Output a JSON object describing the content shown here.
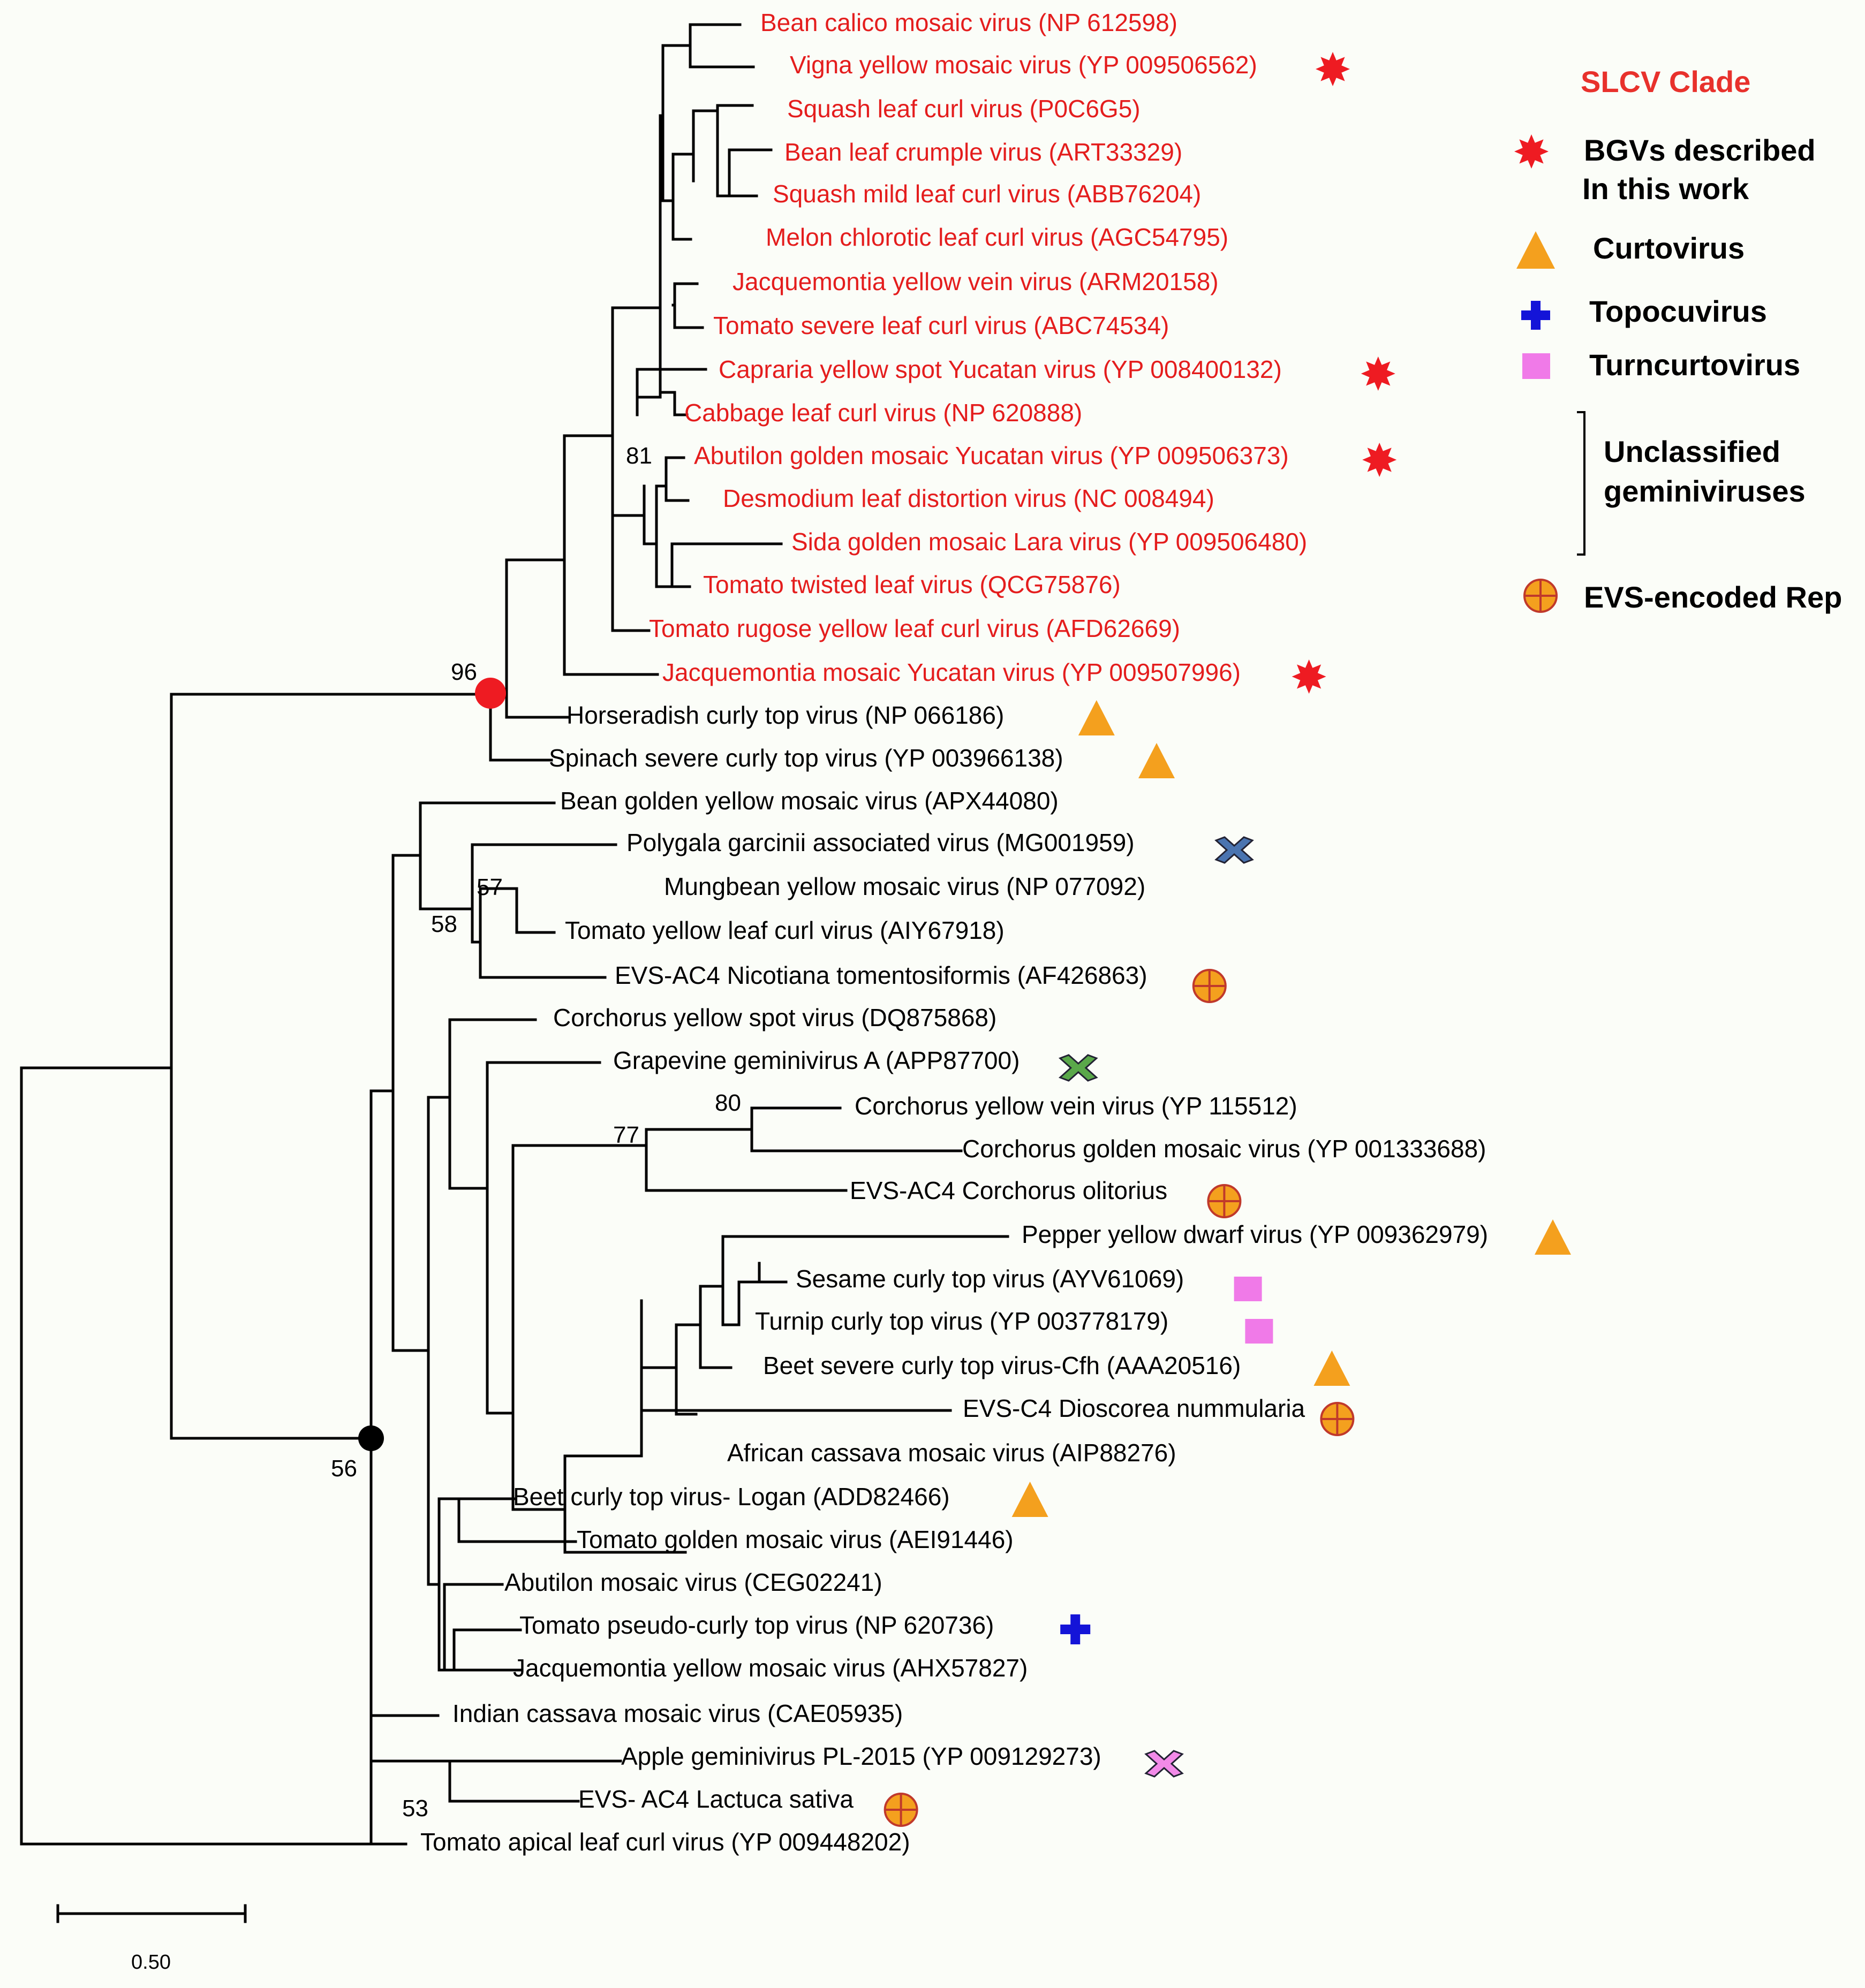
{
  "colors": {
    "slcv": "#e41d1d",
    "default": "#000000",
    "curtovirus": "#f4a01e",
    "topocuvirus": "#1414d8",
    "turncurtovirus": "#f07ae8",
    "unclassified_green": "#5aa84a",
    "unclassified_blue": "#4a74b0",
    "unclassified_pink": "#f28ae8",
    "evs": "#f4a01e",
    "bgv": "#ee1b22",
    "node_red": "#ee1b22",
    "node_black": "#000000"
  },
  "leaves": [
    {
      "label": "Bean calico mosaic virus (NP 612598)",
      "clade": "slcv",
      "marker": null
    },
    {
      "label": "Vigna yellow mosaic virus (YP 009506562)",
      "clade": "slcv",
      "marker": "star"
    },
    {
      "label": "Squash leaf curl virus (P0C6G5)",
      "clade": "slcv",
      "marker": null
    },
    {
      "label": "Bean leaf crumple virus (ART33329)",
      "clade": "slcv",
      "marker": null
    },
    {
      "label": "Squash mild leaf curl virus (ABB76204)",
      "clade": "slcv",
      "marker": null
    },
    {
      "label": "Melon chlorotic leaf curl virus (AGC54795)",
      "clade": "slcv",
      "marker": null
    },
    {
      "label": "Jacquemontia yellow vein virus (ARM20158)",
      "clade": "slcv",
      "marker": null
    },
    {
      "label": "Tomato severe leaf curl virus (ABC74534)",
      "clade": "slcv",
      "marker": null
    },
    {
      "label": "Capraria yellow spot Yucatan virus (YP 008400132)",
      "clade": "slcv",
      "marker": "star"
    },
    {
      "label": "Cabbage leaf curl virus (NP 620888)",
      "clade": "slcv",
      "marker": null
    },
    {
      "label": "Abutilon golden mosaic Yucatan virus (YP 009506373)",
      "clade": "slcv",
      "marker": "star"
    },
    {
      "label": "Desmodium leaf distortion virus (NC 008494)",
      "clade": "slcv",
      "marker": null
    },
    {
      "label": "Sida golden mosaic Lara virus (YP 009506480)",
      "clade": "slcv",
      "marker": null
    },
    {
      "label": "Tomato twisted leaf virus (QCG75876)",
      "clade": "slcv",
      "marker": null
    },
    {
      "label": "Tomato rugose yellow leaf curl virus (AFD62669)",
      "clade": "slcv",
      "marker": null
    },
    {
      "label": "Jacquemontia mosaic Yucatan virus (YP 009507996)",
      "clade": "slcv",
      "marker": "star"
    },
    {
      "label": "Horseradish curly top virus (NP 066186)",
      "clade": "other",
      "marker": "triangle"
    },
    {
      "label": "Spinach severe curly top virus (YP 003966138)",
      "clade": "other",
      "marker": "triangle"
    },
    {
      "label": "Bean golden yellow mosaic virus (APX44080)",
      "clade": "other",
      "marker": null
    },
    {
      "label": "Polygala garcinii associated virus (MG001959)",
      "clade": "other",
      "marker": "cross-blue"
    },
    {
      "label": "Mungbean yellow mosaic virus (NP 077092)",
      "clade": "other",
      "marker": null
    },
    {
      "label": "Tomato yellow leaf curl virus (AIY67918)",
      "clade": "other",
      "marker": null
    },
    {
      "label": "EVS-AC4 Nicotiana tomentosiformis (AF426863)",
      "clade": "other",
      "marker": "evs"
    },
    {
      "label": "Corchorus yellow spot virus (DQ875868)",
      "clade": "other",
      "marker": null
    },
    {
      "label": "Grapevine geminivirus A (APP87700)",
      "clade": "other",
      "marker": "cross-green"
    },
    {
      "label": "Corchorus yellow vein virus (YP 115512)",
      "clade": "other",
      "marker": null
    },
    {
      "label": "Corchorus golden mosaic virus (YP 001333688)",
      "clade": "other",
      "marker": null
    },
    {
      "label": "EVS-AC4 Corchorus olitorius",
      "clade": "other",
      "marker": "evs"
    },
    {
      "label": "Pepper yellow dwarf virus (YP 009362979)",
      "clade": "other",
      "marker": "triangle"
    },
    {
      "label": "Sesame curly top virus (AYV61069)",
      "clade": "other",
      "marker": "square"
    },
    {
      "label": "Turnip curly top virus (YP 003778179)",
      "clade": "other",
      "marker": "square"
    },
    {
      "label": "Beet severe curly top virus-Cfh (AAA20516)",
      "clade": "other",
      "marker": "triangle"
    },
    {
      "label": "EVS-C4 Dioscorea nummularia",
      "clade": "other",
      "marker": "evs"
    },
    {
      "label": "African cassava mosaic virus (AIP88276)",
      "clade": "other",
      "marker": null
    },
    {
      "label": "Beet curly top virus- Logan (ADD82466)",
      "clade": "other",
      "marker": "triangle"
    },
    {
      "label": "Tomato golden mosaic virus (AEI91446)",
      "clade": "other",
      "marker": null
    },
    {
      "label": "Abutilon mosaic virus (CEG02241)",
      "clade": "other",
      "marker": null
    },
    {
      "label": "Tomato pseudo-curly top virus (NP 620736)",
      "clade": "other",
      "marker": "plus"
    },
    {
      "label": "Jacquemontia yellow mosaic virus (AHX57827)",
      "clade": "other",
      "marker": null
    },
    {
      "label": "Indian cassava mosaic virus (CAE05935)",
      "clade": "other",
      "marker": null
    },
    {
      "label": "Apple geminivirus PL-2015 (YP 009129273)",
      "clade": "other",
      "marker": "cross-pink"
    },
    {
      "label": "EVS- AC4 Lactuca sativa",
      "clade": "other",
      "marker": "evs"
    },
    {
      "label": "Tomato apical leaf curl virus (YP 009448202)",
      "clade": "other",
      "marker": null
    }
  ],
  "support_values": [
    "81",
    "96",
    "57",
    "58",
    "80",
    "77",
    "56",
    "53"
  ],
  "legend": {
    "title": "SLCV Clade",
    "bgv": [
      "BGVs described",
      "In this work"
    ],
    "curtovirus": "Curtovirus",
    "topocuvirus": "Topocuvirus",
    "turncurtovirus": "Turncurtovirus",
    "unclassified": [
      "Unclassified",
      "geminiviruses"
    ],
    "evs": "EVS-encoded Rep"
  },
  "scale_bar": {
    "label": "0.50",
    "value": 0.5
  }
}
